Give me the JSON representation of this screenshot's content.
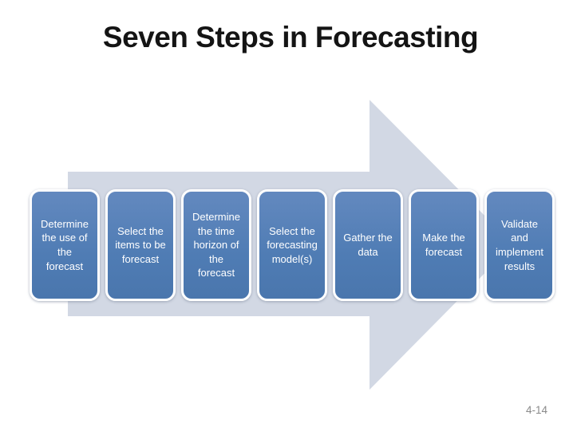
{
  "slide": {
    "title": "Seven Steps in Forecasting",
    "page_number": "4-14",
    "steps": [
      {
        "label": "Determine\nthe use of\nthe\nforecast"
      },
      {
        "label": "Select the\nitems to be\nforecast"
      },
      {
        "label": "Determine\nthe time\nhorizon of\nthe\nforecast"
      },
      {
        "label": "Select the\nforecasting\nmodel(s)"
      },
      {
        "label": "Gather the\ndata"
      },
      {
        "label": "Make the\nforecast"
      },
      {
        "label": "Validate\nand\nimplement\nresults"
      }
    ],
    "colors": {
      "arrow_fill": "#d2d8e4",
      "box_fill_top": "#6389bf",
      "box_fill": "#4f7cb4",
      "box_fill_bottom": "#4a76ad",
      "box_border": "#ffffff",
      "step_text": "#ffffff",
      "page_num_color": "#8a8a8a",
      "title_color": "#141414"
    }
  }
}
